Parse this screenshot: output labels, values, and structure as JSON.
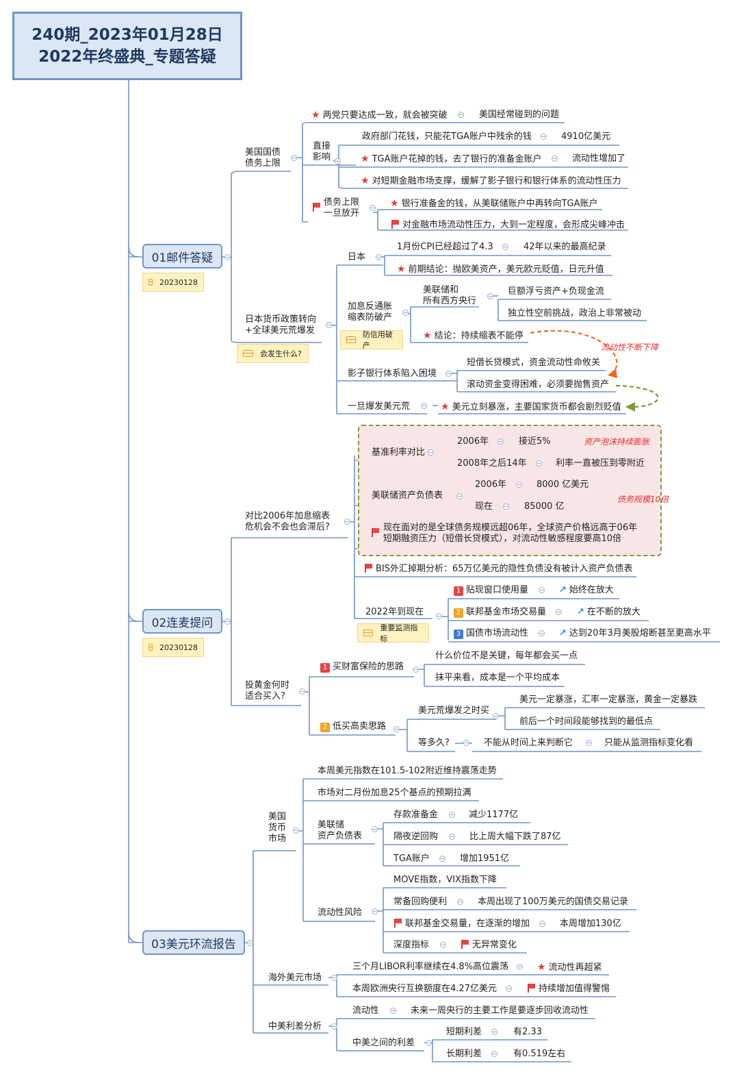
{
  "root": {
    "line1": "240期_2023年01月28日",
    "line2": "2022年终盛典_专题答疑"
  },
  "colors": {
    "branch": "#6f94c6",
    "main_fill": "#dce6f4",
    "tag_fill": "#fdf2c0",
    "star": "#e23b3b",
    "orange_arrow": "#f06a1a",
    "green_arrow": "#7a9a3a",
    "highlight_fill": "#f8e6e6"
  },
  "sec1": {
    "title": "01邮件答疑",
    "tag": "20230128",
    "debt": {
      "label_l1": "美国国债",
      "label_l2": "债务上限",
      "a1": "两党只要达成一致，就会被突破",
      "a1b": "美国经常碰到的问题",
      "direct_l1": "直接",
      "direct_l2": "影响",
      "d1": "政府部门花钱，只能花TGA账户中残余的钱",
      "d1b": "4910亿美元",
      "d2": "TGA账户花掉的钱，去了银行的准备金账户",
      "d2b": "流动性增加了",
      "d3": "对短期金融市场支撑，缓解了影子银行和银行体系的流动性压力",
      "lift_l1": "债务上限",
      "lift_l2": "一旦放开",
      "l1": "银行准备金的钱，从美联储账户中再转向TGA账户",
      "l2": "对金融市场流动性压力，大到一定程度，会形成尖峰冲击"
    },
    "japan": {
      "label_l1": "日本货币政策转向",
      "label_l2": "+全球美元荒爆发",
      "tag": "会发生什么?",
      "jp": "日本",
      "jp1": "1月份CPI已经超过了4.3",
      "jp1b": "42年以来的最高纪录",
      "jp2": "前期结论：抛欧美资产，美元欧元贬值，日元升值",
      "qt_l1": "加息反通胀",
      "qt_l2": "缩表防破产",
      "qt_tag": "防信用破产",
      "fed_l1": "美联储和",
      "fed_l2": "所有西方央行",
      "fed1": "巨额浮亏资产+负现金流",
      "fed2": "独立性空前挑战，政治上非常被动",
      "qt_c": "结论：持续缩表不能停",
      "shadow": "影子银行体系陷入困境",
      "sh1": "短借长贷模式，资金流动性命攸关",
      "sh2": "滚动资金变得困难，必须要抛售资产",
      "dollar": "一旦爆发美元荒",
      "dollar1": "美元立刻暴涨，主要国家货币都会剧烈贬值",
      "note": "流动性不断下降"
    }
  },
  "sec2": {
    "title": "02连麦提问",
    "tag": "20230128",
    "cmp": {
      "label_l1": "对比2006年加息缩表",
      "label_l2": "危机会不会也会滞后?",
      "rate": "基准利率对比",
      "r06": "2006年",
      "r06b": "接近5%",
      "r08": "2008年之后14年",
      "r08b": "利率一直被压到零附近",
      "bs": "美联储资产负债表",
      "b06": "2006年",
      "b06b": "8000 亿美元",
      "bnow": "现在",
      "bnowb": "85000 亿",
      "risk_l1": "现在面对的是全球债务规模远超06年，全球资产价格远高于06年",
      "risk_l2": "短期融资压力（短借长贷模式），对流动性敏感程度要高10倍",
      "bis": "BIS外汇掉期分析：65万亿美元的隐性负债没有被计入资产负债表",
      "now": "2022年到现在",
      "now_tag": "重要监测指标",
      "m1": "贴现窗口使用量",
      "m1b": "始终在放大",
      "m2": "联邦基金市场交易量",
      "m2b": "在不断的放大",
      "m3": "国债市场流动性",
      "m3b": "达到20年3月美股熔断甚至更高水平",
      "note1": "资产泡沫持续膨胀",
      "note2": "债务规模10倍"
    },
    "gold": {
      "label_l1": "投黄金何时",
      "label_l2": "适合买入?",
      "g1": "买财富保险的思路",
      "g1a": "什么价位不是关键，每年都会买一点",
      "g1b": "抹平来看，成本是一个平均成本",
      "g2": "低买高卖思路",
      "g2a": "美元荒爆发之时买",
      "g2a1": "美元一定暴涨，汇率一定暴涨，黄金一定暴跌",
      "g2a2": "前后一个时间段能够找到的最低点",
      "g2b": "等多久?",
      "g2b1": "不能从时间上来判断它",
      "g2b2": "只能从监测指标变化看"
    }
  },
  "sec3": {
    "title": "03美元环流报告",
    "us": {
      "label_l1": "美国",
      "label_l2": "货币",
      "label_l3": "市场",
      "u1": "本周美元指数在101.5-102附近维持震荡走势",
      "u2": "市场对二月份加息25个基点的预期拉满",
      "bs_l1": "美联储",
      "bs_l2": "资产负债表",
      "b1": "存款准备金",
      "b1v": "减少1177亿",
      "b2": "隔夜逆回购",
      "b2v": "比上周大幅下跌了87亿",
      "b3": "TGA账户",
      "b3v": "增加1951亿",
      "risk": "流动性风险",
      "k1": "MOVE指数，VIX指数下降",
      "k2": "常备回购便利",
      "k2v": "本周出现了100万美元的国债交易记录",
      "k3": "联邦基金交易量，在逐渐的增加",
      "k3v": "本周增加130亿",
      "k4": "深度指标",
      "k4v": "无异常变化"
    },
    "overseas": {
      "label": "海外美元市场",
      "o1": "三个月LIBOR利率继续在4.8%高位震荡",
      "o1v": "流动性再超紧",
      "o2": "本周欧洲央行互换额度在4.27亿美元",
      "o2v": "持续增加值得警惕"
    },
    "cn": {
      "label": "中美利差分析",
      "c1": "流动性",
      "c1v": "未来一周央行的主要工作是要逐步回收流动性",
      "c2": "中美之间的利差",
      "c2a": "短期利差",
      "c2av": "有2.33",
      "c2b": "长期利差",
      "c2bv": "有0.519左右"
    }
  }
}
